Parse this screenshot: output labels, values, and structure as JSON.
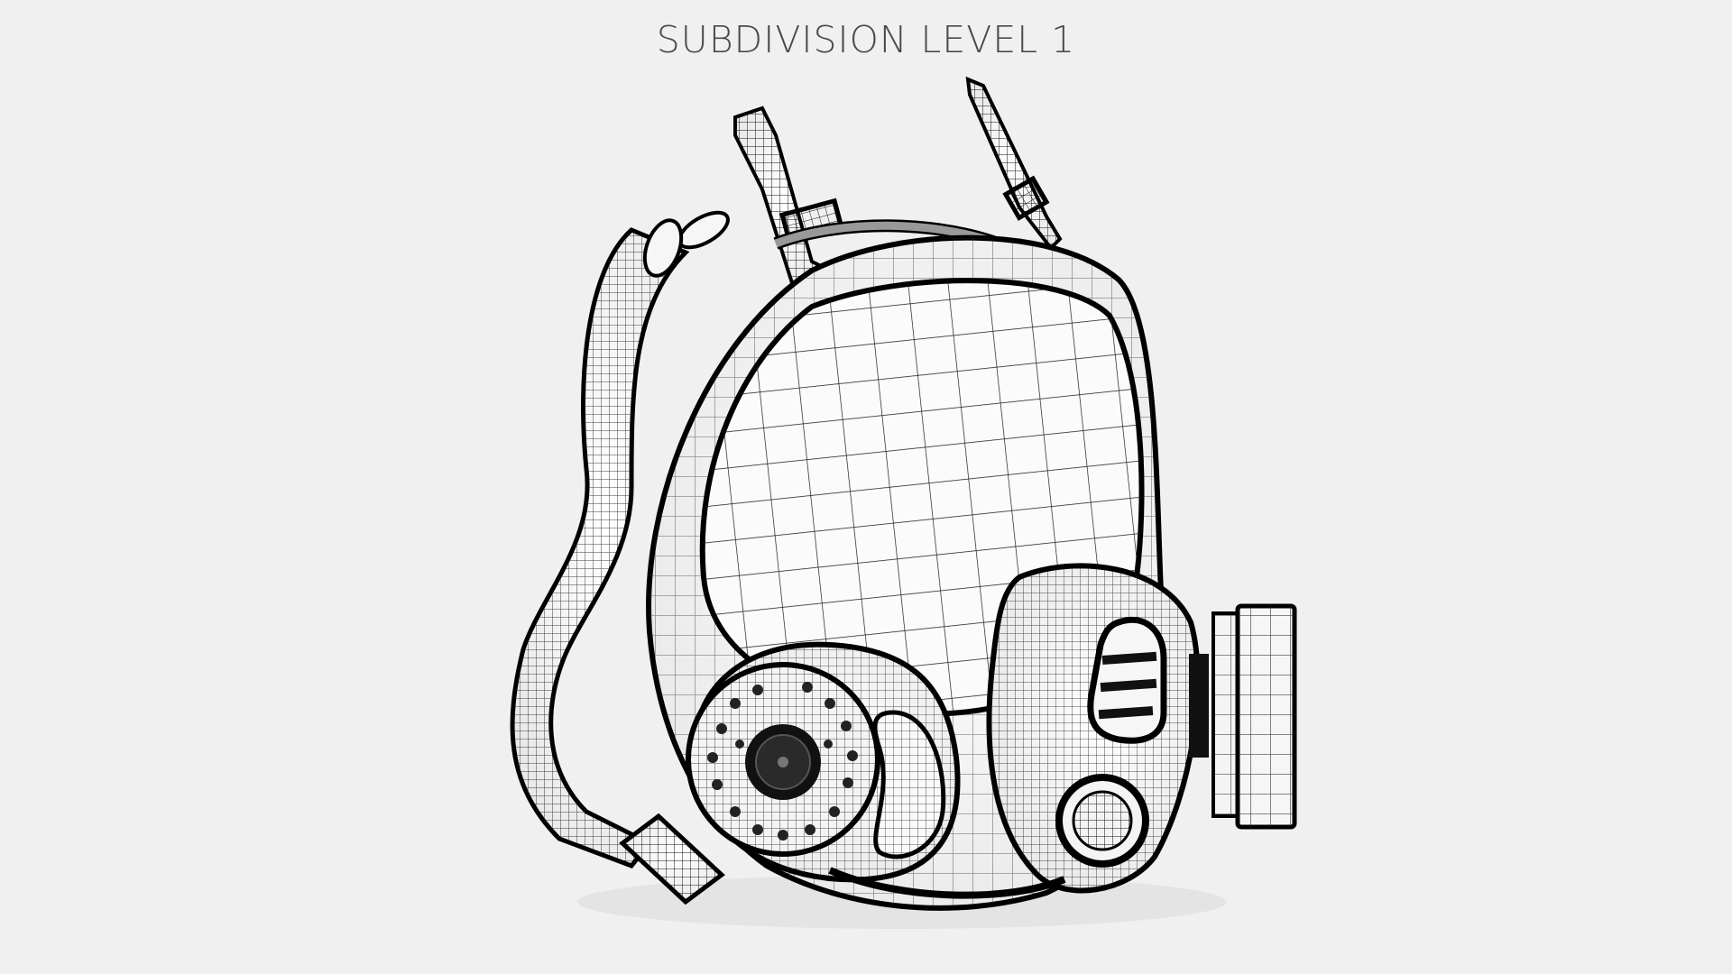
{
  "title": "SUBDIVISION LEVEL 1",
  "render": {
    "subject": "full-face respirator gas mask wireframe",
    "style": "black wireframe on white shaded surface",
    "background_color": "#f0f0f0",
    "line_color": "#111111"
  }
}
